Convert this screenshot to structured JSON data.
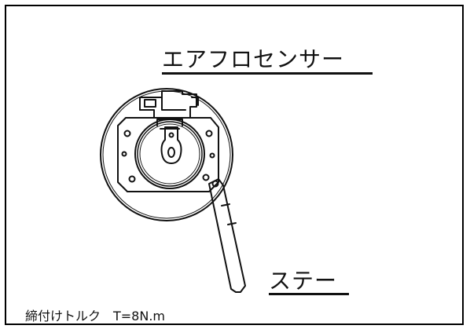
{
  "labels": {
    "air_flow_sensor": "エアフロセンサー",
    "stay": "ステー",
    "torque": "締付けトルク　T=8N.m"
  },
  "colors": {
    "line": "#111111",
    "background": "#ffffff"
  }
}
